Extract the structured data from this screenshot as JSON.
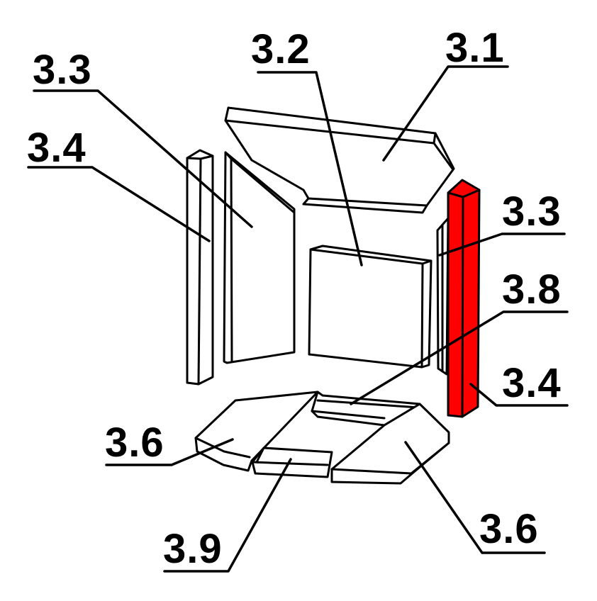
{
  "diagram": {
    "highlight_color": "#ff0000",
    "line_color": "#000000",
    "background": "#ffffff",
    "labels": [
      {
        "id": "label-3-1-top",
        "text": "3.1"
      },
      {
        "id": "label-3-2-top",
        "text": "3.2"
      },
      {
        "id": "label-3-3-left",
        "text": "3.3"
      },
      {
        "id": "label-3-4-left",
        "text": "3.4"
      },
      {
        "id": "label-3-3-right",
        "text": "3.3"
      },
      {
        "id": "label-3-8-right",
        "text": "3.8"
      },
      {
        "id": "label-3-4-right",
        "text": "3.4"
      },
      {
        "id": "label-3-6-left",
        "text": "3.6"
      },
      {
        "id": "label-3-9-bottom",
        "text": "3.9"
      },
      {
        "id": "label-3-6-right",
        "text": "3.6"
      }
    ]
  }
}
